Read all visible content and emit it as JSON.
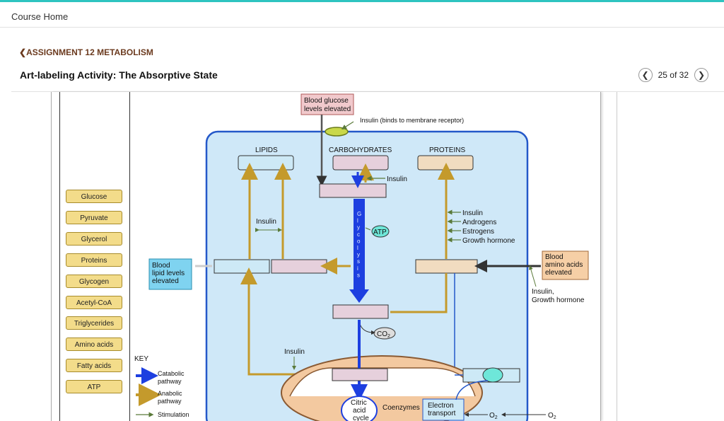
{
  "header": {
    "course_home": "Course Home",
    "back_label": "ASSIGNMENT 12 METABOLISM",
    "title": "Art-labeling Activity: The Absorptive State",
    "pager_text": "25 of 32"
  },
  "labels": [
    "Glucose",
    "Pyruvate",
    "Glycerol",
    "Proteins",
    "Glycogen",
    "Acetyl-CoA",
    "Triglycerides",
    "Amino acids",
    "Fatty acids",
    "ATP"
  ],
  "diagram": {
    "blood_glucose": [
      "Blood glucose",
      "levels elevated"
    ],
    "insulin_receptor": "Insulin (binds to membrane receptor)",
    "lipids": "LIPIDS",
    "carbohydrates": "CARBOHYDRATES",
    "proteins": "PROTEINS",
    "insulin": "Insulin",
    "insulin_list": [
      "Insulin",
      "Androgens",
      "Estrogens",
      "Growth hormone"
    ],
    "glycolysis": [
      "G",
      "l",
      "y",
      "c",
      "o",
      "l",
      "y",
      "s",
      "i",
      "s"
    ],
    "atp": "ATP",
    "blood_lipid": [
      "Blood",
      "lipid levels",
      "elevated"
    ],
    "blood_amino": [
      "Blood",
      "amino acids",
      "elevated"
    ],
    "insulin_gh": [
      "Insulin,",
      "Growth hormone"
    ],
    "co2": "CO",
    "co2_sub": "2",
    "citric": [
      "Citric",
      "acid",
      "cycle"
    ],
    "coenzymes": "Coenzymes",
    "electron": [
      "Electron",
      "transport"
    ],
    "o2": "O",
    "o2_sub": "2",
    "key_title": "KEY",
    "key_items": [
      [
        "Catabolic",
        "pathway"
      ],
      [
        "Anabolic",
        "pathway"
      ],
      [
        "Stimulation"
      ]
    ],
    "colors": {
      "cell_fill": "#cfe8f8",
      "cell_border": "#2458c9",
      "catabolic": "#1d3fe0",
      "anabolic": "#c49a2c",
      "label_fill": "#f3dc8a"
    }
  }
}
